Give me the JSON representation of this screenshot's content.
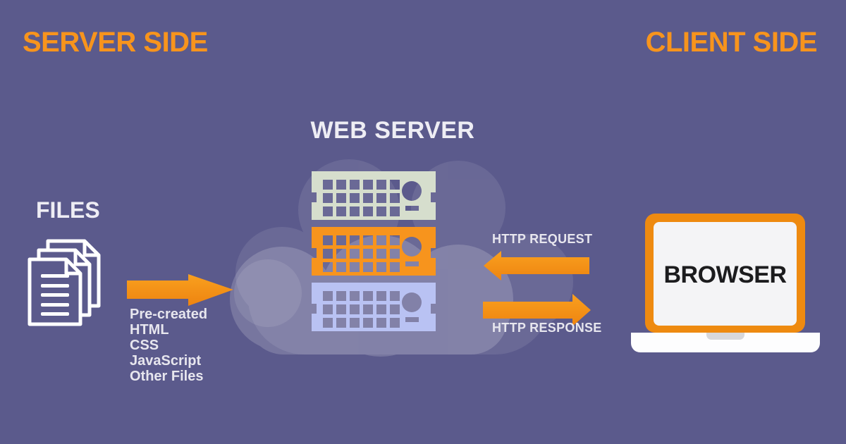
{
  "theme": {
    "bg": "#5b5a8c",
    "accent": "#f7941d",
    "text_light": "#eeedf4",
    "text_muted": "#e7e6ee",
    "text_dark": "#1c1c1e",
    "arrow_light": "#f9a01f",
    "arrow_dark": "#ee8410",
    "laptop_orange": "#ee8a10",
    "rack_green": "#d6decd",
    "rack_orange": "#f7941d",
    "rack_lavender": "#b9c2f3",
    "screen_white": "#f4f4f6",
    "base_white": "#fdfdfe",
    "notch_gray": "#d8d8db",
    "page_stroke": "#ffffff"
  },
  "sections": {
    "server_side": "SERVER SIDE",
    "client_side": "CLIENT SIDE"
  },
  "web_server": {
    "title": "WEB SERVER",
    "rack_colors": [
      "green",
      "orange",
      "lavender"
    ]
  },
  "files": {
    "title": "FILES",
    "flow_items": [
      "Pre-created",
      "HTML",
      "CSS",
      "JavaScript",
      "Other Files"
    ]
  },
  "http": {
    "request_label": "HTTP REQUEST",
    "response_label": "HTTP RESPONSE"
  },
  "browser": {
    "label": "BROWSER"
  },
  "icons": [
    "files-icon",
    "flow-arrow-files-to-server-icon",
    "cloud-icon",
    "server-rack-icon",
    "http-request-arrow-icon",
    "http-response-arrow-icon",
    "laptop-icon"
  ]
}
